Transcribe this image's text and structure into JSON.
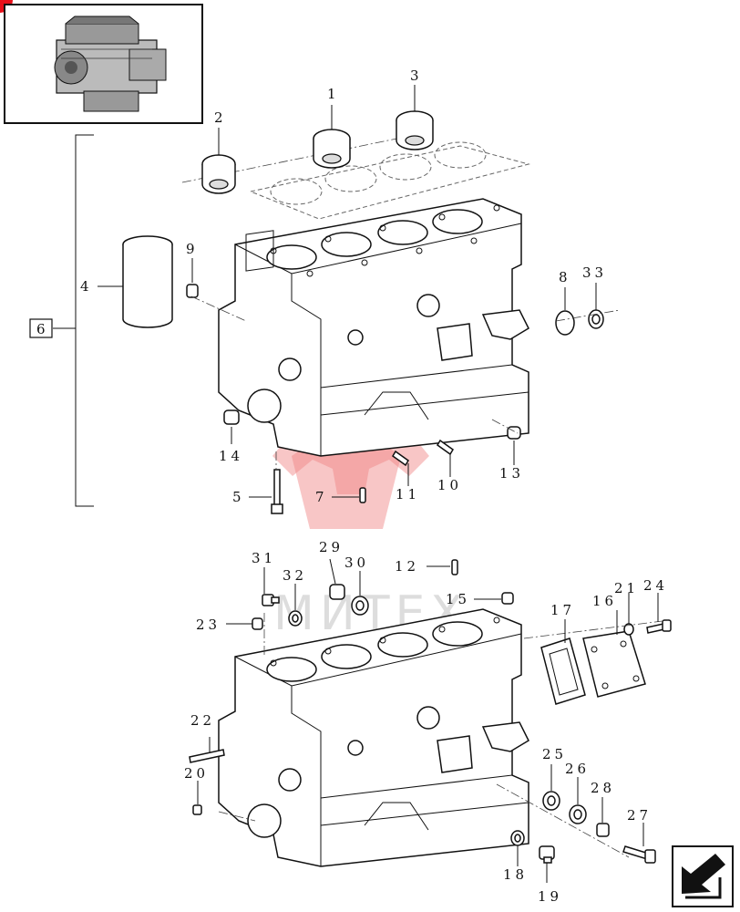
{
  "labels": {
    "l1": "1",
    "l2": "2",
    "l3": "3",
    "l4": "4",
    "l5": "5",
    "l6": "6",
    "l7": "7",
    "l8": "8",
    "l9": "9",
    "l10": "10",
    "l11": "11",
    "l12": "12",
    "l13": "13",
    "l14": "14",
    "l15": "15",
    "l16": "16",
    "l17": "17",
    "l18": "18",
    "l19": "19",
    "l20": "20",
    "l21": "21",
    "l22": "22",
    "l23": "23",
    "l24": "24",
    "l25": "25",
    "l26": "26",
    "l27": "27",
    "l28": "28",
    "l29": "29",
    "l30": "30",
    "l31": "31",
    "l32": "32",
    "l33": "33"
  },
  "watermark": "МИТЕХ",
  "icons": {
    "thumbnail": "engine-thumbnail-icon",
    "next": "next-page-arrow-icon"
  }
}
